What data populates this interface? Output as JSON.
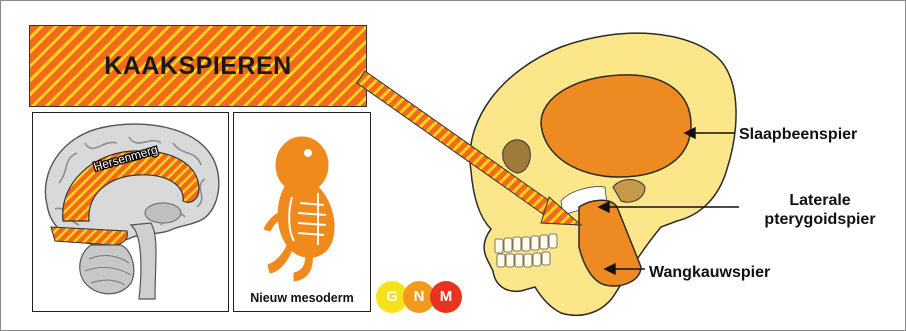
{
  "title": "KAAKSPIEREN",
  "brain_label": "Hersenmerg",
  "embryo_caption": "Nieuw mesoderm",
  "muscles": {
    "temporalis": "Slaapbeenspier",
    "pterygoid_line1": "Laterale",
    "pterygoid_line2": "pterygoidspier",
    "masseter": "Wangkauwspier"
  },
  "logo": {
    "letters": [
      "G",
      "N",
      "M"
    ]
  },
  "colors": {
    "orange": "#f07f1a",
    "stripe_orange": "#f26a1a",
    "stripe_yellow": "#ffd21f",
    "skull": "#fbe78a",
    "muscle": "#ee8a22",
    "logo_yellow": "#f6e21a",
    "logo_orange": "#f39a1c",
    "logo_red": "#e63420"
  }
}
